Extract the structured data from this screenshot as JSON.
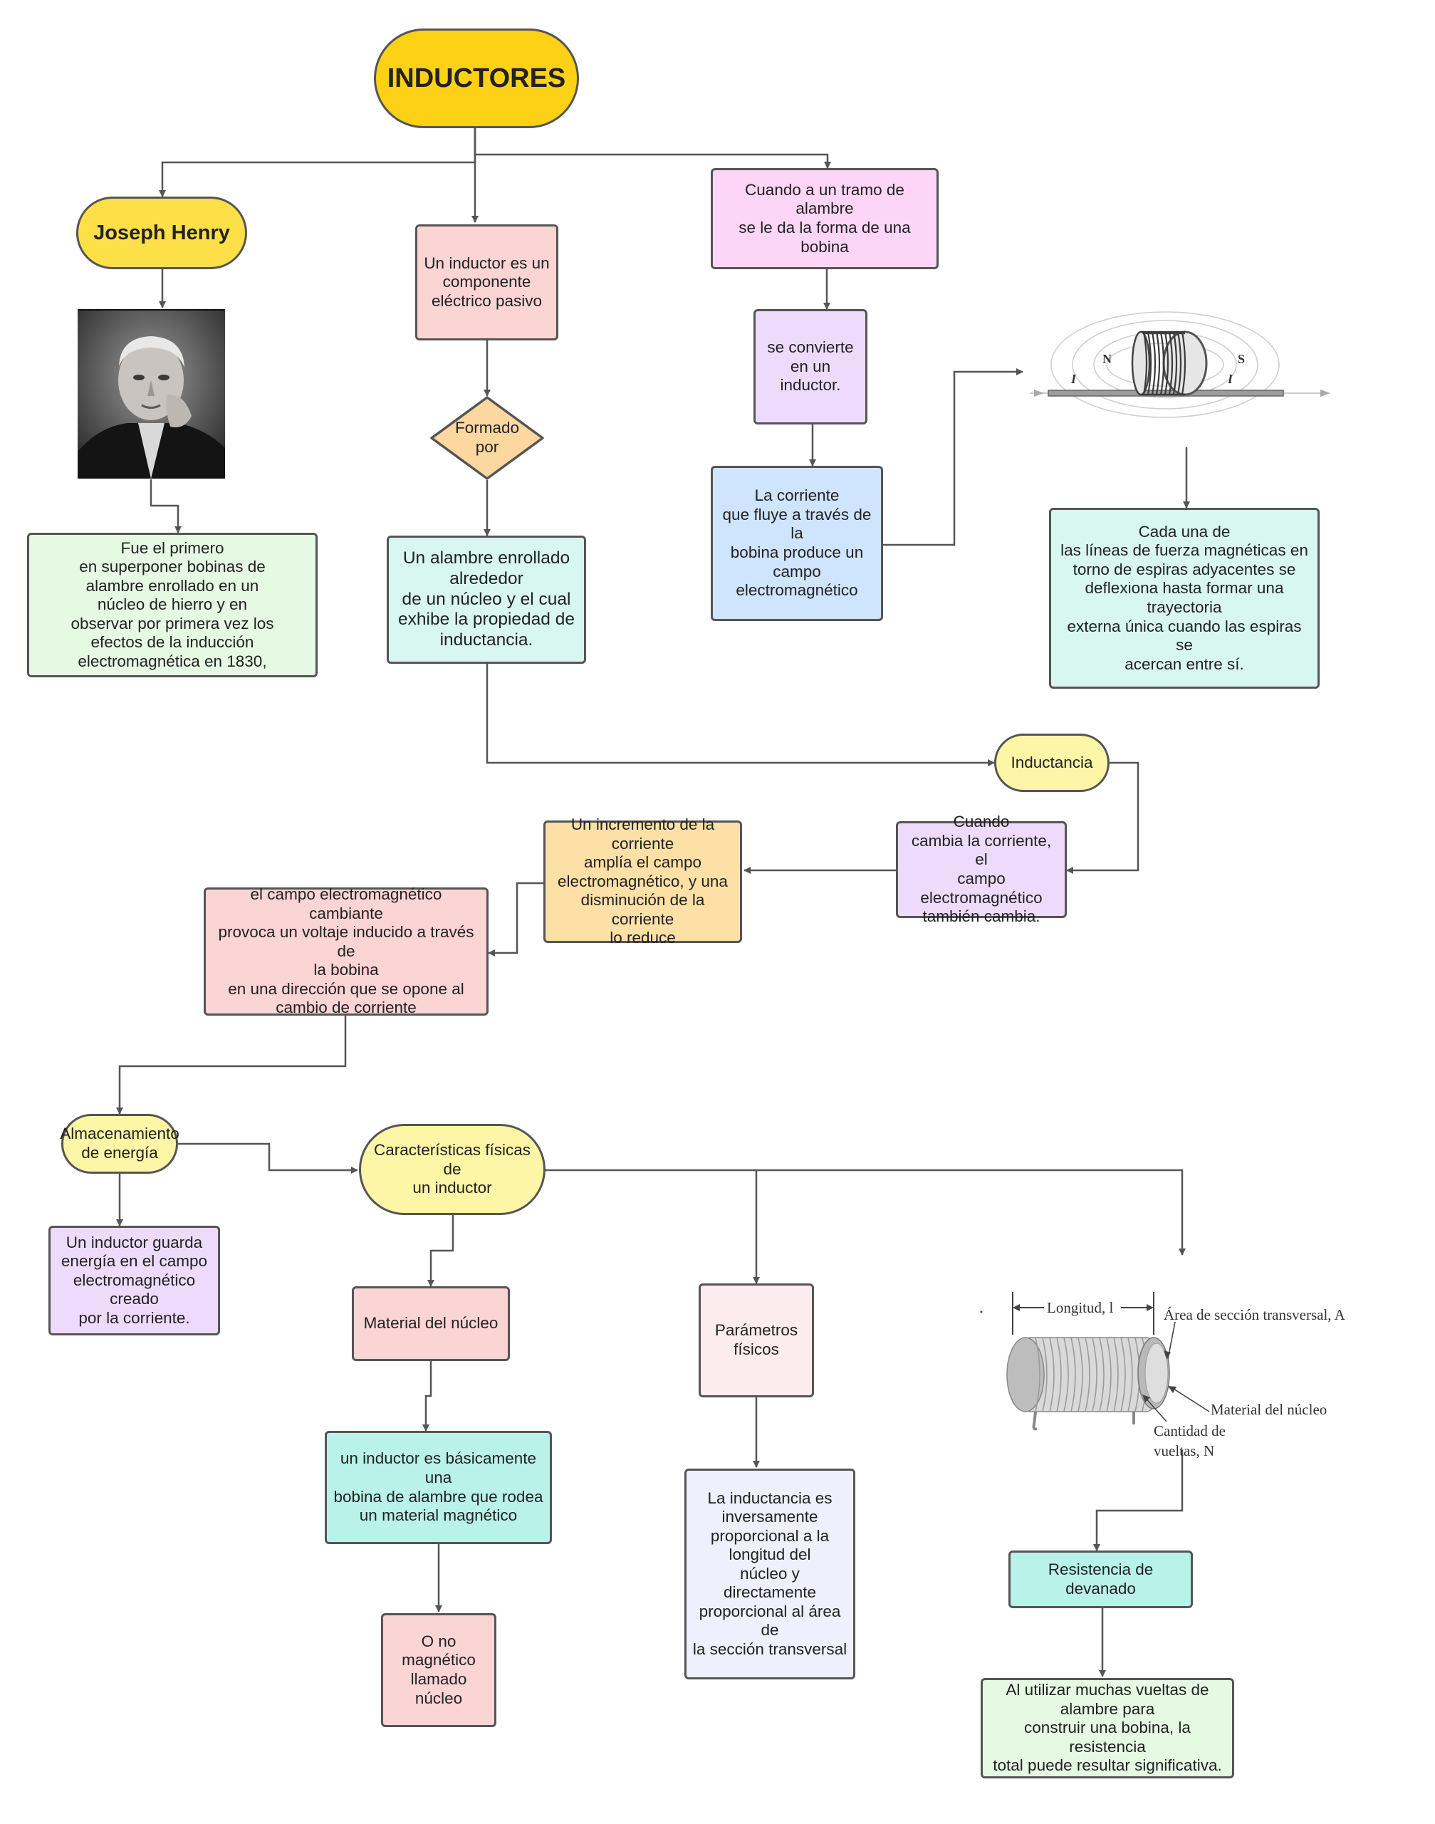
{
  "title": "INDUCTORES",
  "nodes": {
    "joseph_henry": "Joseph Henry",
    "henry_fact": "Fue el primero\nen superponer bobinas de\nalambre enrollado en un\nnúcleo de hierro y en\nobservar por primera vez los\nefectos de la inducción\nelectromagnética en 1830,",
    "inductor_def": "Un inductor es un\ncomponente\neléctrico pasivo",
    "formado_por": "Formado\npor",
    "alambre_enrollado": "Un alambre enrollado\nalrededor\nde un núcleo y el cual\nexhibe la propiedad de\ninductancia.",
    "tramo_alambre": "Cuando a un tramo de alambre\nse le da la forma de una\nbobina",
    "se_convierte": "se convierte\nen un inductor.",
    "corriente_fluye": "La corriente\nque fluye a través de la\nbobina produce un\ncampo\nelectromagnético",
    "lineas_fuerza": "Cada una de\nlas líneas de fuerza magnéticas en\ntorno de espiras adyacentes se\ndeflexiona hasta formar una\ntrayectoria\nexterna única cuando las espiras se\nacercan entre sí.",
    "inductancia": "Inductancia",
    "cuando_cambia": "Cuando\ncambia la corriente, el\ncampo\nelectromagnético\ntambién cambia.",
    "incremento": "Un incremento de la\ncorriente\namplía el campo\nelectromagnético, y una\ndisminución de la corriente\nlo reduce",
    "campo_cambiante": "el campo electromagnético cambiante\nprovoca un voltaje inducido a través de\nla bobina\nen una dirección que se opone al\ncambio de corriente",
    "almacenamiento": "Almacenamiento\nde energía",
    "guarda_energia": "Un inductor guarda\nenergía en el campo\nelectromagnético\ncreado\npor la corriente.",
    "caracteristicas": "Características físicas de\nun inductor",
    "material_nucleo": "Material del núcleo",
    "bobina_alambre": "un inductor es básicamente\nuna\nbobina de alambre que rodea\nun material magnético",
    "o_no_magnetico": "O no\nmagnético\nllamado núcleo",
    "parametros": "Parámetros\nfísicos",
    "inversamente": "La inductancia es\ninversamente\nproporcional a la\nlongitud del\nnúcleo y directamente\nproporcional al área de\nla sección transversal",
    "resistencia": "Resistencia de devanado",
    "muchas_vueltas": "Al utilizar muchas vueltas de\nalambre para\nconstruir una bobina, la resistencia\ntotal puede resultar significativa."
  },
  "field_figure": {
    "north": "N",
    "south": "S",
    "current_left": "I",
    "current_right": "I"
  },
  "coil_figure": {
    "longitud": "Longitud, l",
    "area": "Área de sección transversal, A",
    "material": "Material del núcleo",
    "vueltas_1": "Cantidad de",
    "vueltas_2": "vueltas, N"
  },
  "colors": {
    "title": "#fcd116",
    "henry": "#fde047",
    "green": "#e5f9e3",
    "pink": "#fbd4d4",
    "magenta": "#fdd5f6",
    "lavender": "#eedbfb",
    "blue": "#cfe4fd",
    "mint": "#d8f7f0",
    "teal": "#b8f2e8",
    "yellow": "#fdf6a6",
    "orange": "#fde0a6",
    "connector": "#555555"
  }
}
